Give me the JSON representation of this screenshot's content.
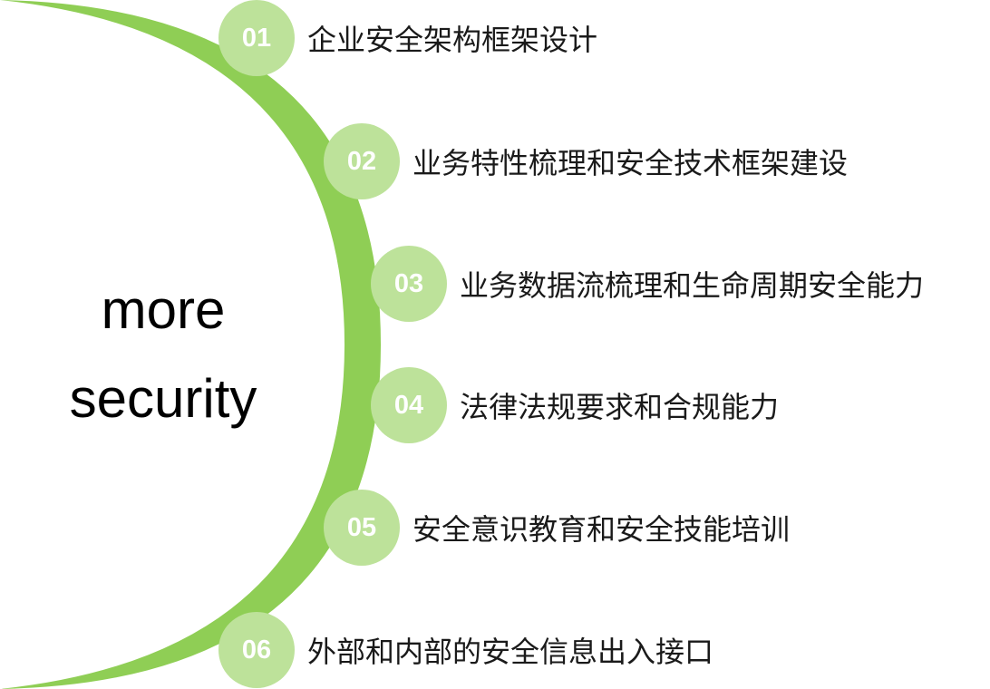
{
  "colors": {
    "crescent": "#8fce55",
    "badge": "#bde29a",
    "badge_text": "#ffffff",
    "text": "#1a1a1a"
  },
  "center": {
    "line1": "more",
    "line2": "security"
  },
  "items": [
    {
      "num": "01",
      "label": "企业安全架构框架设计"
    },
    {
      "num": "02",
      "label": "业务特性梳理和安全技术框架建设"
    },
    {
      "num": "03",
      "label": "业务数据流梳理和生命周期安全能力"
    },
    {
      "num": "04",
      "label": "法律法规要求和合规能力"
    },
    {
      "num": "05",
      "label": "安全意识教育和安全技能培训"
    },
    {
      "num": "06",
      "label": "外部和内部的安全信息出入接口"
    }
  ]
}
